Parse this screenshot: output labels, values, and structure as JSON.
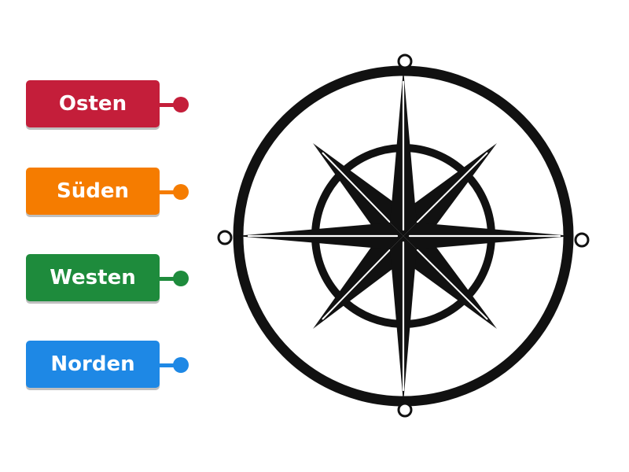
{
  "labels": [
    {
      "text": "Osten",
      "color": "#c41e3a"
    },
    {
      "text": "Süden",
      "color": "#f57c00"
    },
    {
      "text": "Westen",
      "color": "#1e8b3c"
    },
    {
      "text": "Norden",
      "color": "#1e88e5"
    }
  ],
  "drop_targets": [
    "top",
    "right",
    "bottom",
    "left"
  ],
  "compass": {
    "ink_color": "#111111",
    "icon": "compass-rose-icon"
  }
}
